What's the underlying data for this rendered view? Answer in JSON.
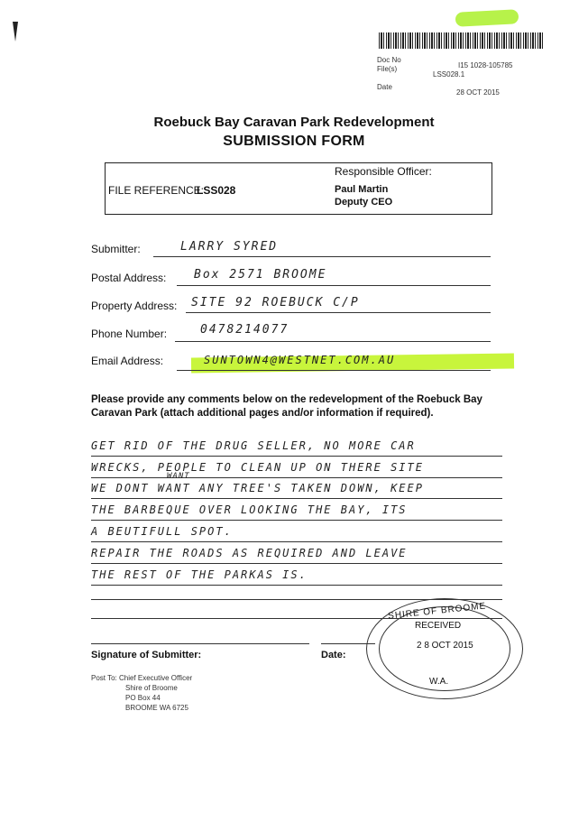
{
  "header": {
    "doc_no_label": "Doc No",
    "doc_no_value": "I15 1028-105785",
    "files_label": "File(s)",
    "files_value": "LSS028.1",
    "date_label": "Date",
    "date_value": "28 OCT 2015"
  },
  "title": {
    "line1": "Roebuck Bay Caravan Park Redevelopment",
    "line2": "SUBMISSION FORM"
  },
  "reference_box": {
    "file_ref_label": "FILE REFERENCE:",
    "file_ref_value": "LSS028",
    "officer_label": "Responsible Officer:",
    "officer_name": "Paul Martin",
    "officer_title": "Deputy CEO"
  },
  "fields": [
    {
      "label": "Submitter:",
      "value": "LARRY SYRED"
    },
    {
      "label": "Postal Address:",
      "value": "Box 2571 BROOME"
    },
    {
      "label": "Property Address:",
      "value": "SITE 92 ROEBUCK C/P"
    },
    {
      "label": "Phone Number:",
      "value": "0478214077"
    },
    {
      "label": "Email Address:",
      "value": "SUNTOWN4@WESTNET.COM.AU"
    }
  ],
  "comments_prompt": "Please provide any comments below on the redevelopment of the Roebuck Bay Caravan Park (attach additional pages and/or information if required).",
  "comments": {
    "lines": [
      "GET RID OF THE DRUG SELLER, NO MORE CAR",
      "WRECKS, PEOPLE TO CLEAN UP ON THERE SITE",
      "WE DONT WANT ANY TREE'S TAKEN DOWN, KEEP",
      "THE BARBEQUE OVER LOOKING THE BAY, ITS",
      "A BEUTIFULL SPOT.",
      "REPAIR THE ROADS AS REQUIRED AND LEAVE",
      "THE REST OF THE PARKAS IS."
    ],
    "insertion": "WANT"
  },
  "signature_label": "Signature of Submitter:",
  "date_label": "Date:",
  "stamp": {
    "top": "SHIRE OF BROOME",
    "middle": "RECEIVED",
    "date": "2 8 OCT 2015",
    "bottom": "W.A."
  },
  "post_to": {
    "line1": "Post To: Chief Executive Officer",
    "line2": "Shire of Broome",
    "line3": "PO Box 44",
    "line4": "BROOME WA 6725"
  }
}
